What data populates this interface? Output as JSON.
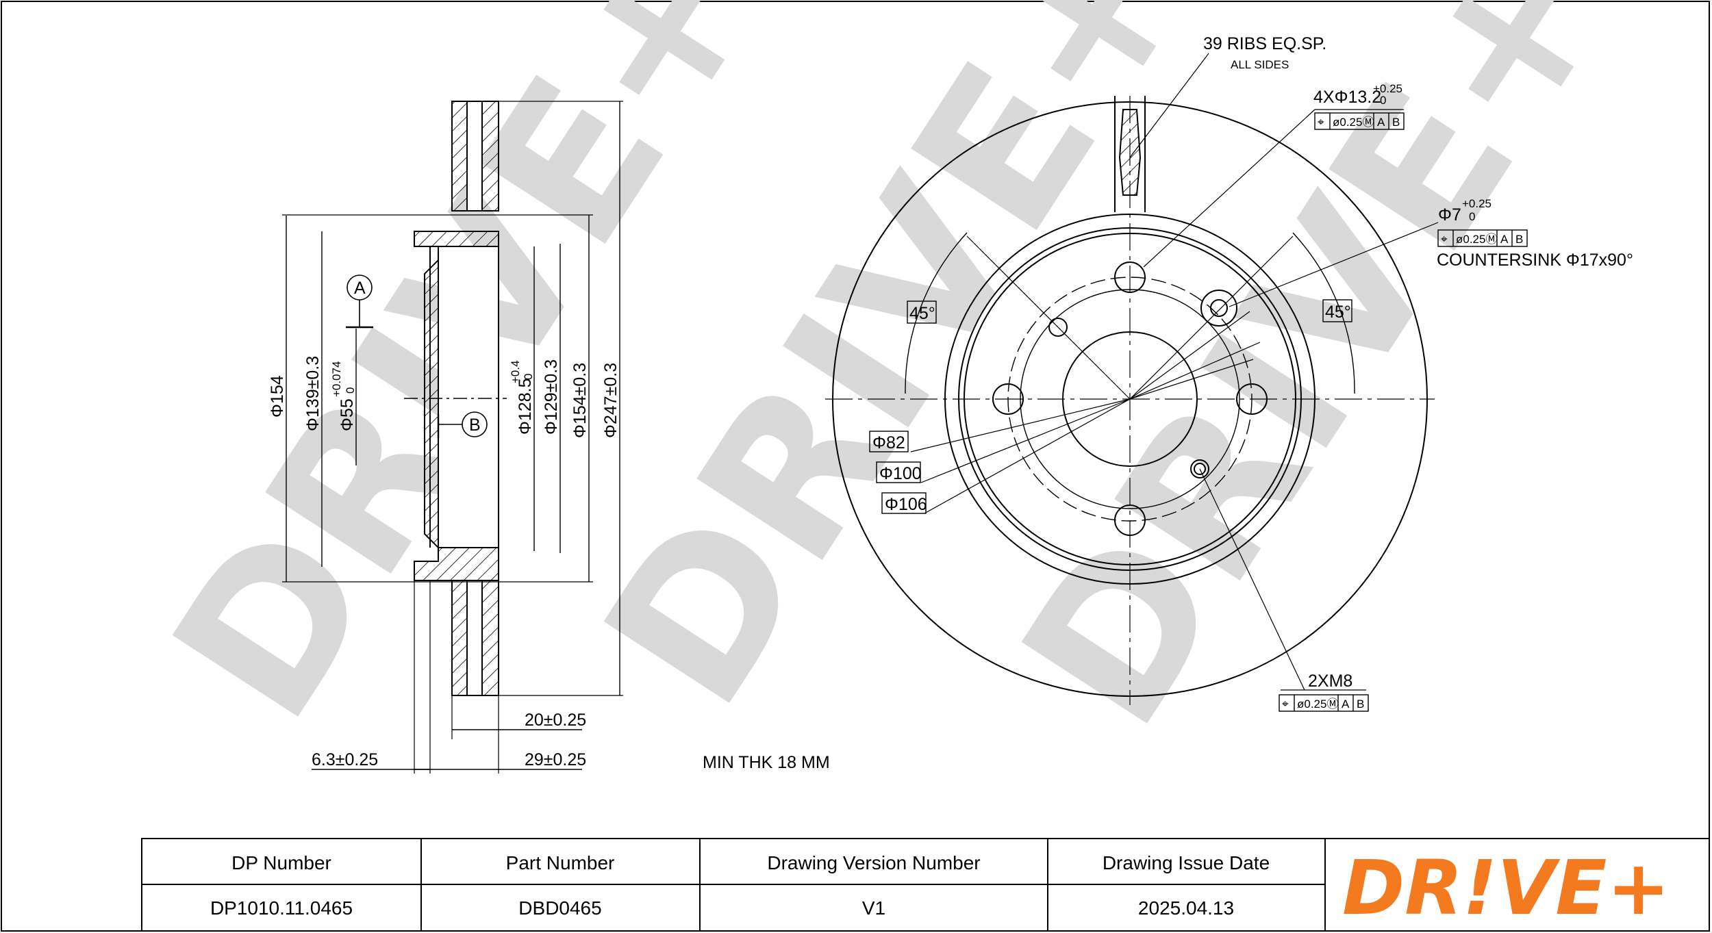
{
  "watermark": {
    "text": "DRIVE+",
    "color": "#d9d9d9"
  },
  "side_view": {
    "datum_a": "A",
    "datum_b": "B",
    "dims": {
      "d154_left": "Φ154",
      "d139": "Φ139±0.3",
      "d55": "Φ55",
      "d55_tol_upper": "+0.074",
      "d55_tol_lower": "0",
      "d128": "Φ128.5",
      "d128_tol_upper": "+0.4",
      "d128_tol_lower": "0",
      "d129": "Φ129±0.3",
      "d154_right": "Φ154±0.3",
      "d247": "Φ247±0.3",
      "thk20": "20±0.25",
      "thk29": "29±0.25",
      "thk6": "6.3±0.25"
    },
    "min_thk": "MIN THK 18 MM"
  },
  "front_view": {
    "ribs": "39 RIBS EQ.SP.",
    "all_sides": "ALL SIDES",
    "hole4": "4XΦ13.2",
    "hole4_tol_upper": "+0.25",
    "hole4_tol_lower": "0",
    "hole4_fcf": [
      "⌖",
      "ø0.25Ⓜ",
      "A",
      "B"
    ],
    "hole7": "Φ7",
    "hole7_tol_upper": "+0.25",
    "hole7_tol_lower": "0",
    "hole7_fcf": [
      "⌖",
      "ø0.25Ⓜ",
      "A",
      "B"
    ],
    "countersink": "COUNTERSINK Φ17x90°",
    "angle_left": "45°",
    "angle_right": "45°",
    "d82": "Φ82",
    "d100": "Φ100",
    "d106": "Φ106",
    "thread": "2XM8",
    "thread_fcf": [
      "⌖",
      "ø0.25Ⓜ",
      "A",
      "B"
    ]
  },
  "title_block": {
    "headers": [
      "DP Number",
      "Part Number",
      "Drawing Version Number",
      "Drawing Issue Date"
    ],
    "values": [
      "DP1010.11.0465",
      "DBD0465",
      "V1",
      "2025.04.13"
    ],
    "logo": "DR!VE+",
    "logo_color": "#f47a20"
  }
}
